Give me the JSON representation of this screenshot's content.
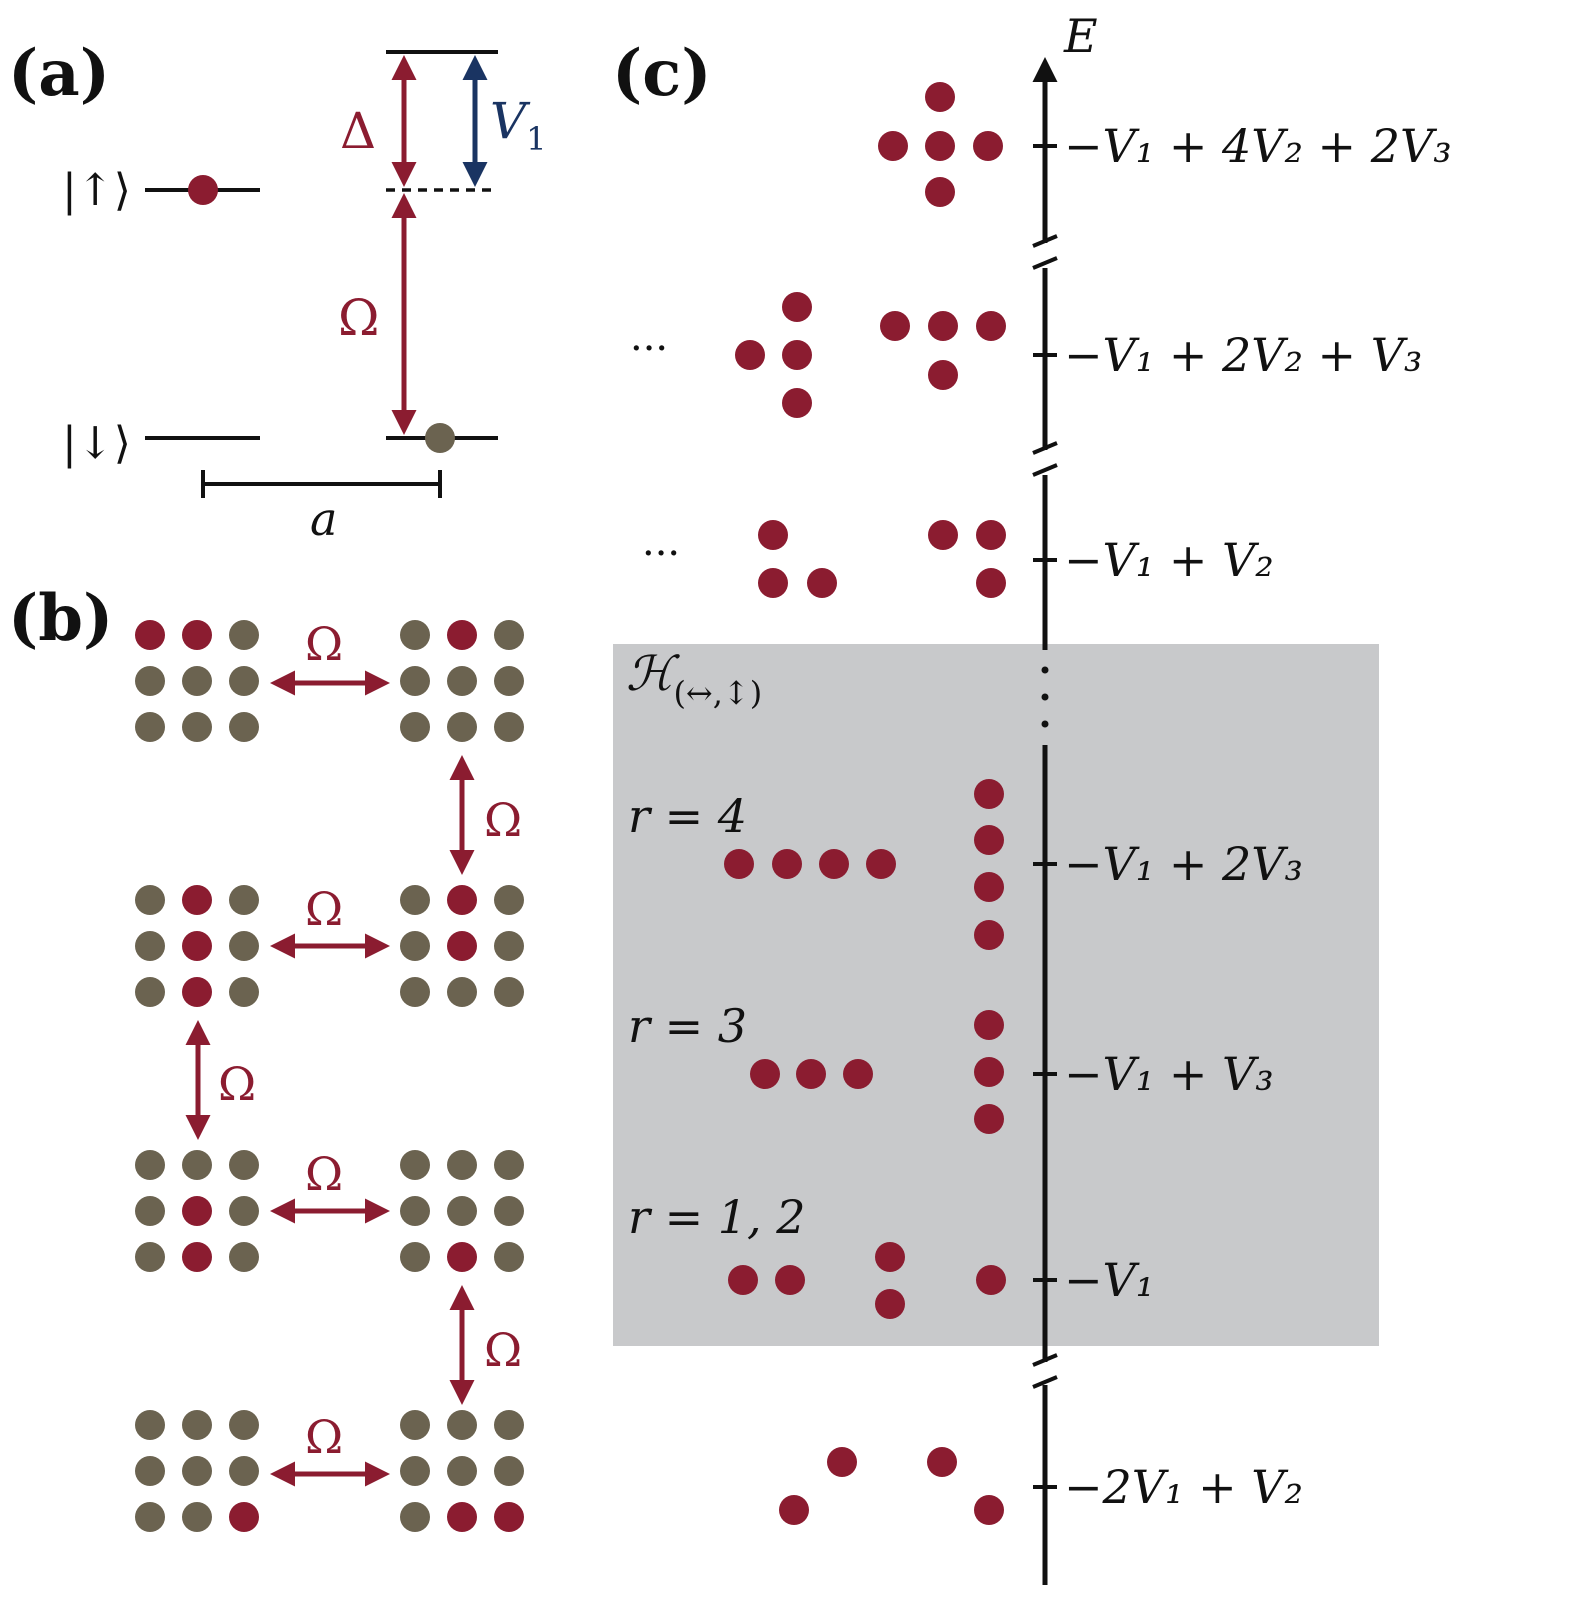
{
  "panels": {
    "a": {
      "label": "(a)",
      "ket_up": "|↑⟩",
      "ket_down": "|↓⟩",
      "delta": "Δ",
      "omega": "Ω",
      "v1": "V",
      "v1_sub": "1",
      "spacing": "a"
    },
    "b": {
      "label": "(b)",
      "omega": "Ω"
    },
    "c": {
      "label": "(c)",
      "axis_label": "E",
      "ellipsis": "···",
      "subspace_label": "ℋ",
      "subspace_sub": "(↔,↕)",
      "r4": "r = 4",
      "r3": "r = 3",
      "r12": "r = 1, 2",
      "levels": {
        "l1": "−V₁ + 4V₂ + 2V₃",
        "l2": "−V₁ + 2V₂ + V₃",
        "l3": "−V₁ + V₂",
        "l4": "−V₁ + 2V₃",
        "l5": "−V₁ + V₃",
        "l6": "−V₁",
        "l7": "−2V₁ + V₂"
      }
    }
  },
  "colors": {
    "excited": "#8b1c30",
    "ground": "#6b6350",
    "blue": "#1a3462",
    "shade": "#c8c9cb"
  }
}
